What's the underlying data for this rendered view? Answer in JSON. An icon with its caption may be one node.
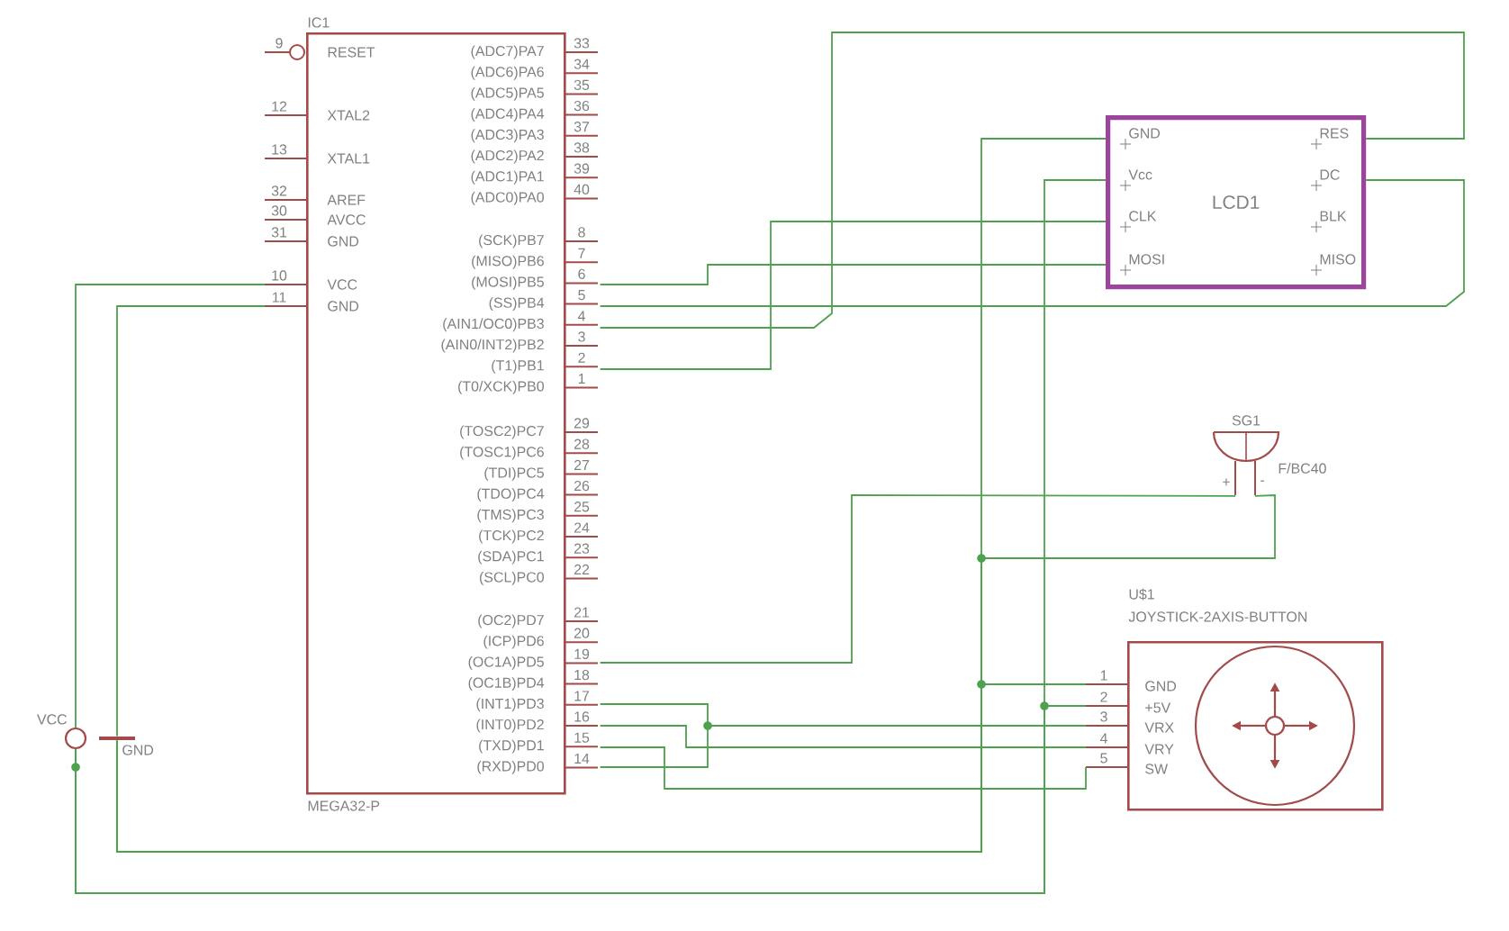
{
  "diagram": {
    "nodes": [
      {
        "text": [
          "IC1",
          "MEGA32-P"
        ]
      },
      {
        "text": [
          "LCD1"
        ]
      },
      {
        "text": [
          "SG1",
          "F/BC40"
        ]
      },
      {
        "text": [
          "U$1",
          "JOYSTICK-2AXIS-BUTTON"
        ]
      },
      {
        "text": [
          "VCC"
        ]
      },
      {
        "text": [
          "GND"
        ]
      }
    ],
    "edges": [
      {
        "from": 0,
        "to": 4,
        "arrow": "none"
      },
      {
        "from": 4,
        "to": 3,
        "arrow": "none"
      },
      {
        "from": 4,
        "to": 1,
        "arrow": "none"
      },
      {
        "from": 0,
        "to": 5,
        "arrow": "none"
      },
      {
        "from": 5,
        "to": 3,
        "arrow": "none"
      },
      {
        "from": 5,
        "to": 2,
        "arrow": "none"
      },
      {
        "from": 5,
        "to": 1,
        "arrow": "none"
      },
      {
        "from": 0,
        "to": 1,
        "arrow": "none"
      },
      {
        "from": 0,
        "to": 1,
        "arrow": "none"
      },
      {
        "from": 0,
        "to": 1,
        "arrow": "none"
      },
      {
        "from": 0,
        "to": 1,
        "arrow": "none"
      },
      {
        "from": 0,
        "to": 2,
        "arrow": "none"
      },
      {
        "from": 0,
        "to": 3,
        "arrow": "none"
      },
      {
        "from": 0,
        "to": 3,
        "arrow": "none"
      },
      {
        "from": 0,
        "to": 3,
        "arrow": "none"
      },
      {
        "from": 0,
        "to": 3,
        "arrow": "none"
      }
    ],
    "labels": [
      "9",
      "RESET",
      "12",
      "XTAL2",
      "13",
      "XTAL1",
      "32",
      "AREF",
      "30",
      "AVCC",
      "31",
      "GND",
      "10",
      "VCC",
      "11",
      "GND",
      "(ADC7)PA7",
      "33",
      "(ADC6)PA6",
      "34",
      "(ADC5)PA5",
      "35",
      "(ADC4)PA4",
      "36",
      "(ADC3)PA3",
      "37",
      "(ADC2)PA2",
      "38",
      "(ADC1)PA1",
      "39",
      "(ADC0)PA0",
      "40",
      "(SCK)PB7",
      "8",
      "(MISO)PB6",
      "7",
      "(MOSI)PB5",
      "6",
      "(SS)PB4",
      "5",
      "(AIN1/OC0)PB3",
      "4",
      "(AIN0/INT2)PB2",
      "3",
      "(T1)PB1",
      "2",
      "(T0/XCK)PB0",
      "1",
      "(TOSC2)PC7",
      "29",
      "(TOSC1)PC6",
      "28",
      "(TDI)PC5",
      "27",
      "(TDO)PC4",
      "26",
      "(TMS)PC3",
      "25",
      "(TCK)PC2",
      "24",
      "(SDA)PC1",
      "23",
      "(SCL)PC0",
      "22",
      "(OC2)PD7",
      "21",
      "(ICP)PD6",
      "20",
      "(OC1A)PD5",
      "19",
      "(OC1B)PD4",
      "18",
      "(INT1)PD3",
      "17",
      "(INT0)PD2",
      "16",
      "(TXD)PD1",
      "15",
      "(RXD)PD0",
      "14",
      "GND",
      "Vcc",
      "CLK",
      "MOSI",
      "RES",
      "DC",
      "BLK",
      "MISO",
      "+",
      "-",
      "1",
      "GND",
      "2",
      "+5V",
      "3",
      "VRX",
      "4",
      "VRY",
      "5",
      "SW"
    ]
  }
}
